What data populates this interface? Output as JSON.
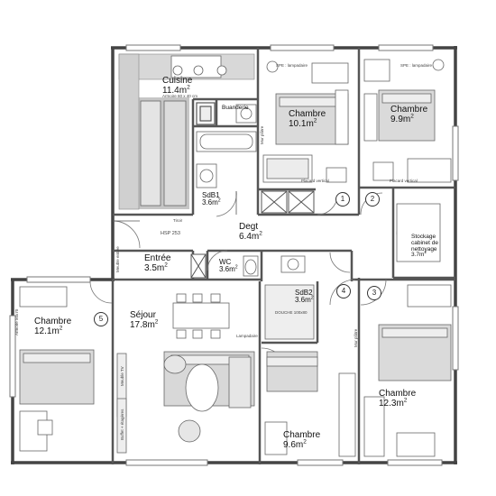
{
  "rooms": [
    {
      "id": "cuisine",
      "name": "Cuisine",
      "area": "11.4m",
      "size": "normal"
    },
    {
      "id": "chambre1",
      "name": "Chambre",
      "area": "10.1m",
      "size": "normal"
    },
    {
      "id": "chambre2",
      "name": "Chambre",
      "area": "9.9m",
      "size": "normal"
    },
    {
      "id": "buanderie",
      "name": "Buanderie",
      "area": "",
      "size": "tiny"
    },
    {
      "id": "sdb1",
      "name": "SdB1",
      "area": "3.6m",
      "size": "small"
    },
    {
      "id": "degt",
      "name": "Degt",
      "area": "6.4m",
      "size": "normal"
    },
    {
      "id": "entree",
      "name": "Entrée",
      "area": "3.5m",
      "size": "normal"
    },
    {
      "id": "wc",
      "name": "WC",
      "area": "3.6m",
      "size": "small"
    },
    {
      "id": "stockage",
      "name": "Stockage cabinet de nettoyage",
      "area": "3.7m",
      "size": "tiny"
    },
    {
      "id": "chambre5",
      "name": "Chambre",
      "area": "12.1m",
      "size": "normal"
    },
    {
      "id": "sejour",
      "name": "Séjour",
      "area": "17.8m",
      "size": "normal"
    },
    {
      "id": "sdb2",
      "name": "SdB2",
      "area": "3.6m",
      "size": "small"
    },
    {
      "id": "chambre4",
      "name": "Chambre",
      "area": "9.6m",
      "size": "normal"
    },
    {
      "id": "chambre3",
      "name": "Chambre",
      "area": "12.3m",
      "size": "normal"
    }
  ],
  "area_unit_exponent": "2",
  "bedroom_numbers": [
    "1",
    "2",
    "3",
    "4",
    "5"
  ],
  "notes": {
    "hsp": "HSP 253",
    "armoire_top": "Armoire 60 x 40 cm",
    "lampadaire_1": "SPE : lampadaire",
    "lampadaire_2": "SPE : lampadaire",
    "lampadaire_sejour": "Lampadaire",
    "placard_1": "Placard vertical",
    "placard_2": "Placard vertical",
    "douche": "DOUCHE 100x80",
    "meuble_tv": "Meuble TV",
    "buffet": "Buffet + étagères",
    "armoire_left": "Armoire 50x70",
    "mur_1": "Mur plâtre",
    "mur_2": "Mur plâtre",
    "tirroir": "Tiroir",
    "meuble_entree": "Meuble entrée"
  }
}
